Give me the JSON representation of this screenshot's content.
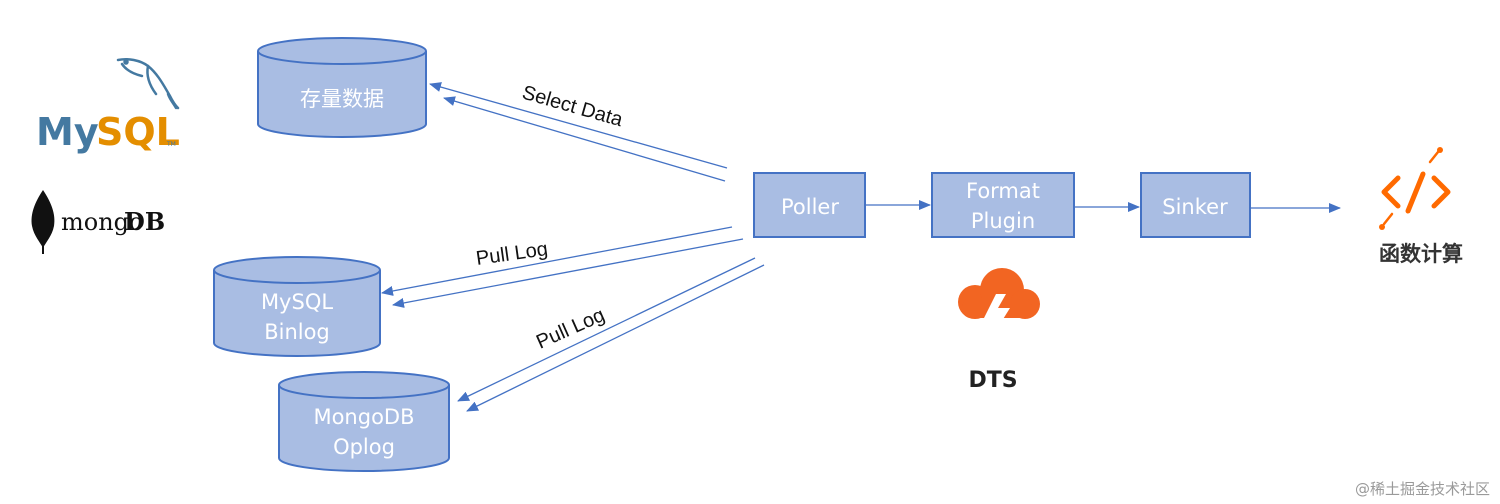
{
  "logos": {
    "mysql": {
      "wordmark_my": "My",
      "wordmark_sql": "SQL",
      "tm": "TM"
    },
    "mongodb": {
      "wordmark_mongo": "mongo",
      "wordmark_db": "DB"
    }
  },
  "sources": {
    "stock_data": {
      "label": "存量数据"
    },
    "mysql_binlog": {
      "line1": "MySQL",
      "line2": "Binlog"
    },
    "mongodb_oplog": {
      "line1": "MongoDB",
      "line2": "Oplog"
    }
  },
  "edges": {
    "select_data": "Select Data",
    "pull_log_binlog": "Pull Log",
    "pull_log_oplog": "Pull Log"
  },
  "pipeline": {
    "poller": "Poller",
    "format_plugin": {
      "line1": "Format",
      "line2": "Plugin"
    },
    "sinker": "Sinker"
  },
  "dts": {
    "label": "DTS"
  },
  "function_compute": {
    "label": "函数计算"
  },
  "watermark": "@稀土掘金技术社区",
  "colors": {
    "node_fill": "#a9bde3",
    "node_stroke": "#4472c4",
    "arrow": "#4472c4",
    "mysql_blue": "#4479a1",
    "mysql_orange": "#e48e00",
    "dts_orange": "#f26522",
    "fc_orange": "#ff6a00"
  }
}
